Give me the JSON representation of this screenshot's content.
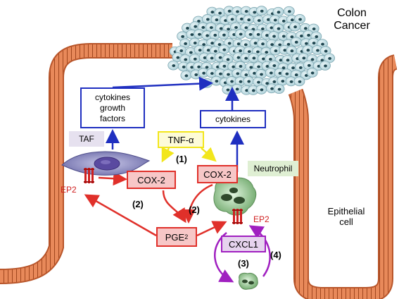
{
  "title": {
    "line1": "Colon",
    "line2": "Cancer"
  },
  "labels": {
    "epithelial_line1": "Epithelial",
    "epithelial_line2": "cell",
    "taf": "TAF",
    "neutrophil": "Neutrophil",
    "ep2_left": "EP2",
    "ep2_right": "EP2"
  },
  "boxes": {
    "cytokines_growth_line1": "cytokines",
    "cytokines_growth_line2": "growth",
    "cytokines_growth_line3": "factors",
    "cytokines_right": "cytokines",
    "tnf_alpha": "TNF-α",
    "cox2_left": "COX-2",
    "cox2_right": "COX-2",
    "pge2_main": "PGE",
    "pge2_sub": "2",
    "cxcl1": "CXCL1"
  },
  "steps": {
    "s1": "(1)",
    "s2a": "(2)",
    "s2b": "(2)",
    "s3": "(3)",
    "s4": "(4)"
  },
  "colors": {
    "epithelium": "#e8895a",
    "epithelium_dark": "#b8552a",
    "blue_arrow": "#1f2fc0",
    "red_arrow": "#e0302a",
    "yellow_arrow": "#f2e61c",
    "purple_arrow": "#a020c0"
  }
}
